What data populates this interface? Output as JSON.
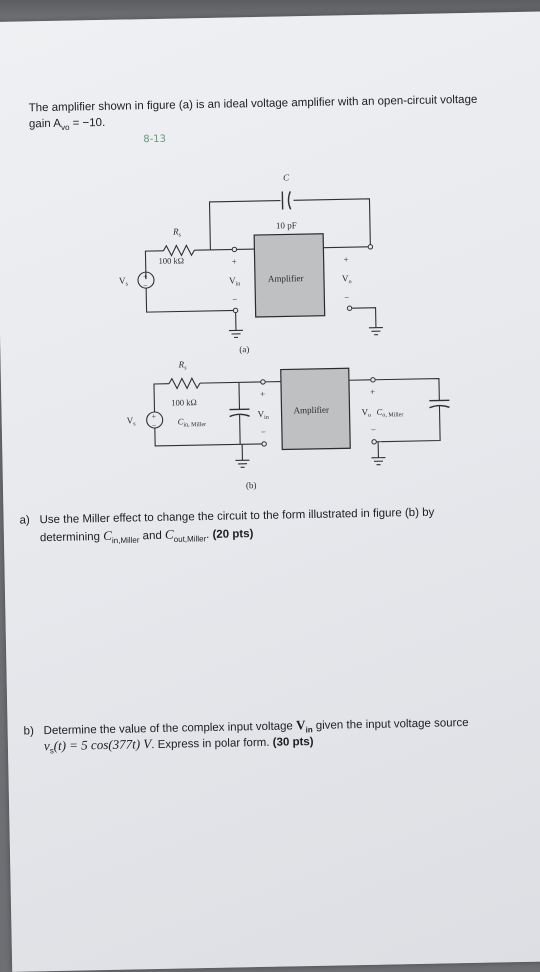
{
  "problem": {
    "intro_line1": "The amplifier shown in figure (a) is an ideal voltage amplifier with an open-circuit voltage",
    "intro_line2": "gain A",
    "gain_sub": "vo",
    "gain_value": " = −10.",
    "handwritten_ref": "8-13"
  },
  "figure_a": {
    "cap_label": "C",
    "cap_value": "10 pF",
    "resistor_label": "R",
    "resistor_sub": "s",
    "resistor_value": "100 kΩ",
    "source_label": "V",
    "source_sub": "s",
    "vin_label": "V",
    "vin_sub": "in",
    "amp_label": "Amplifier",
    "vout_label": "V",
    "vout_sub": "o",
    "plus": "+",
    "minus": "−",
    "caption": "(a)"
  },
  "figure_b": {
    "resistor_label": "R",
    "resistor_sub": "s",
    "resistor_value": "100 kΩ",
    "source_label": "V",
    "source_sub": "s",
    "cin_label": "C",
    "cin_sub": "in, Miller",
    "vin_label": "V",
    "vin_sub": "in",
    "amp_label": "Amplifier",
    "vout_label": "V",
    "vout_sub": "o",
    "cout_label": "C",
    "cout_sub": "o, Miller",
    "plus": "+",
    "minus": "−",
    "caption": "(b)"
  },
  "part_a": {
    "letter": "a)",
    "line1": "Use the Miller effect to change the circuit to the form illustrated in figure (b) by",
    "line2_pre": "determining ",
    "c_in": "C",
    "c_in_sub": "in,Miller",
    "and": " and ",
    "c_out": "C",
    "c_out_sub": "out,Miller",
    "dot": ".",
    "points": " (20 pts)"
  },
  "part_b": {
    "letter": "b)",
    "line1_pre": "Determine the value of the complex input voltage ",
    "vin": "V",
    "vin_sub": "in",
    "line1_post": " given the input voltage source",
    "line2_expr": "v",
    "line2_sub": "s",
    "line2_rest": "(t) = 5 cos(377t) V",
    "line2_post": ". Express in polar form.",
    "points": " (30 pts)"
  }
}
